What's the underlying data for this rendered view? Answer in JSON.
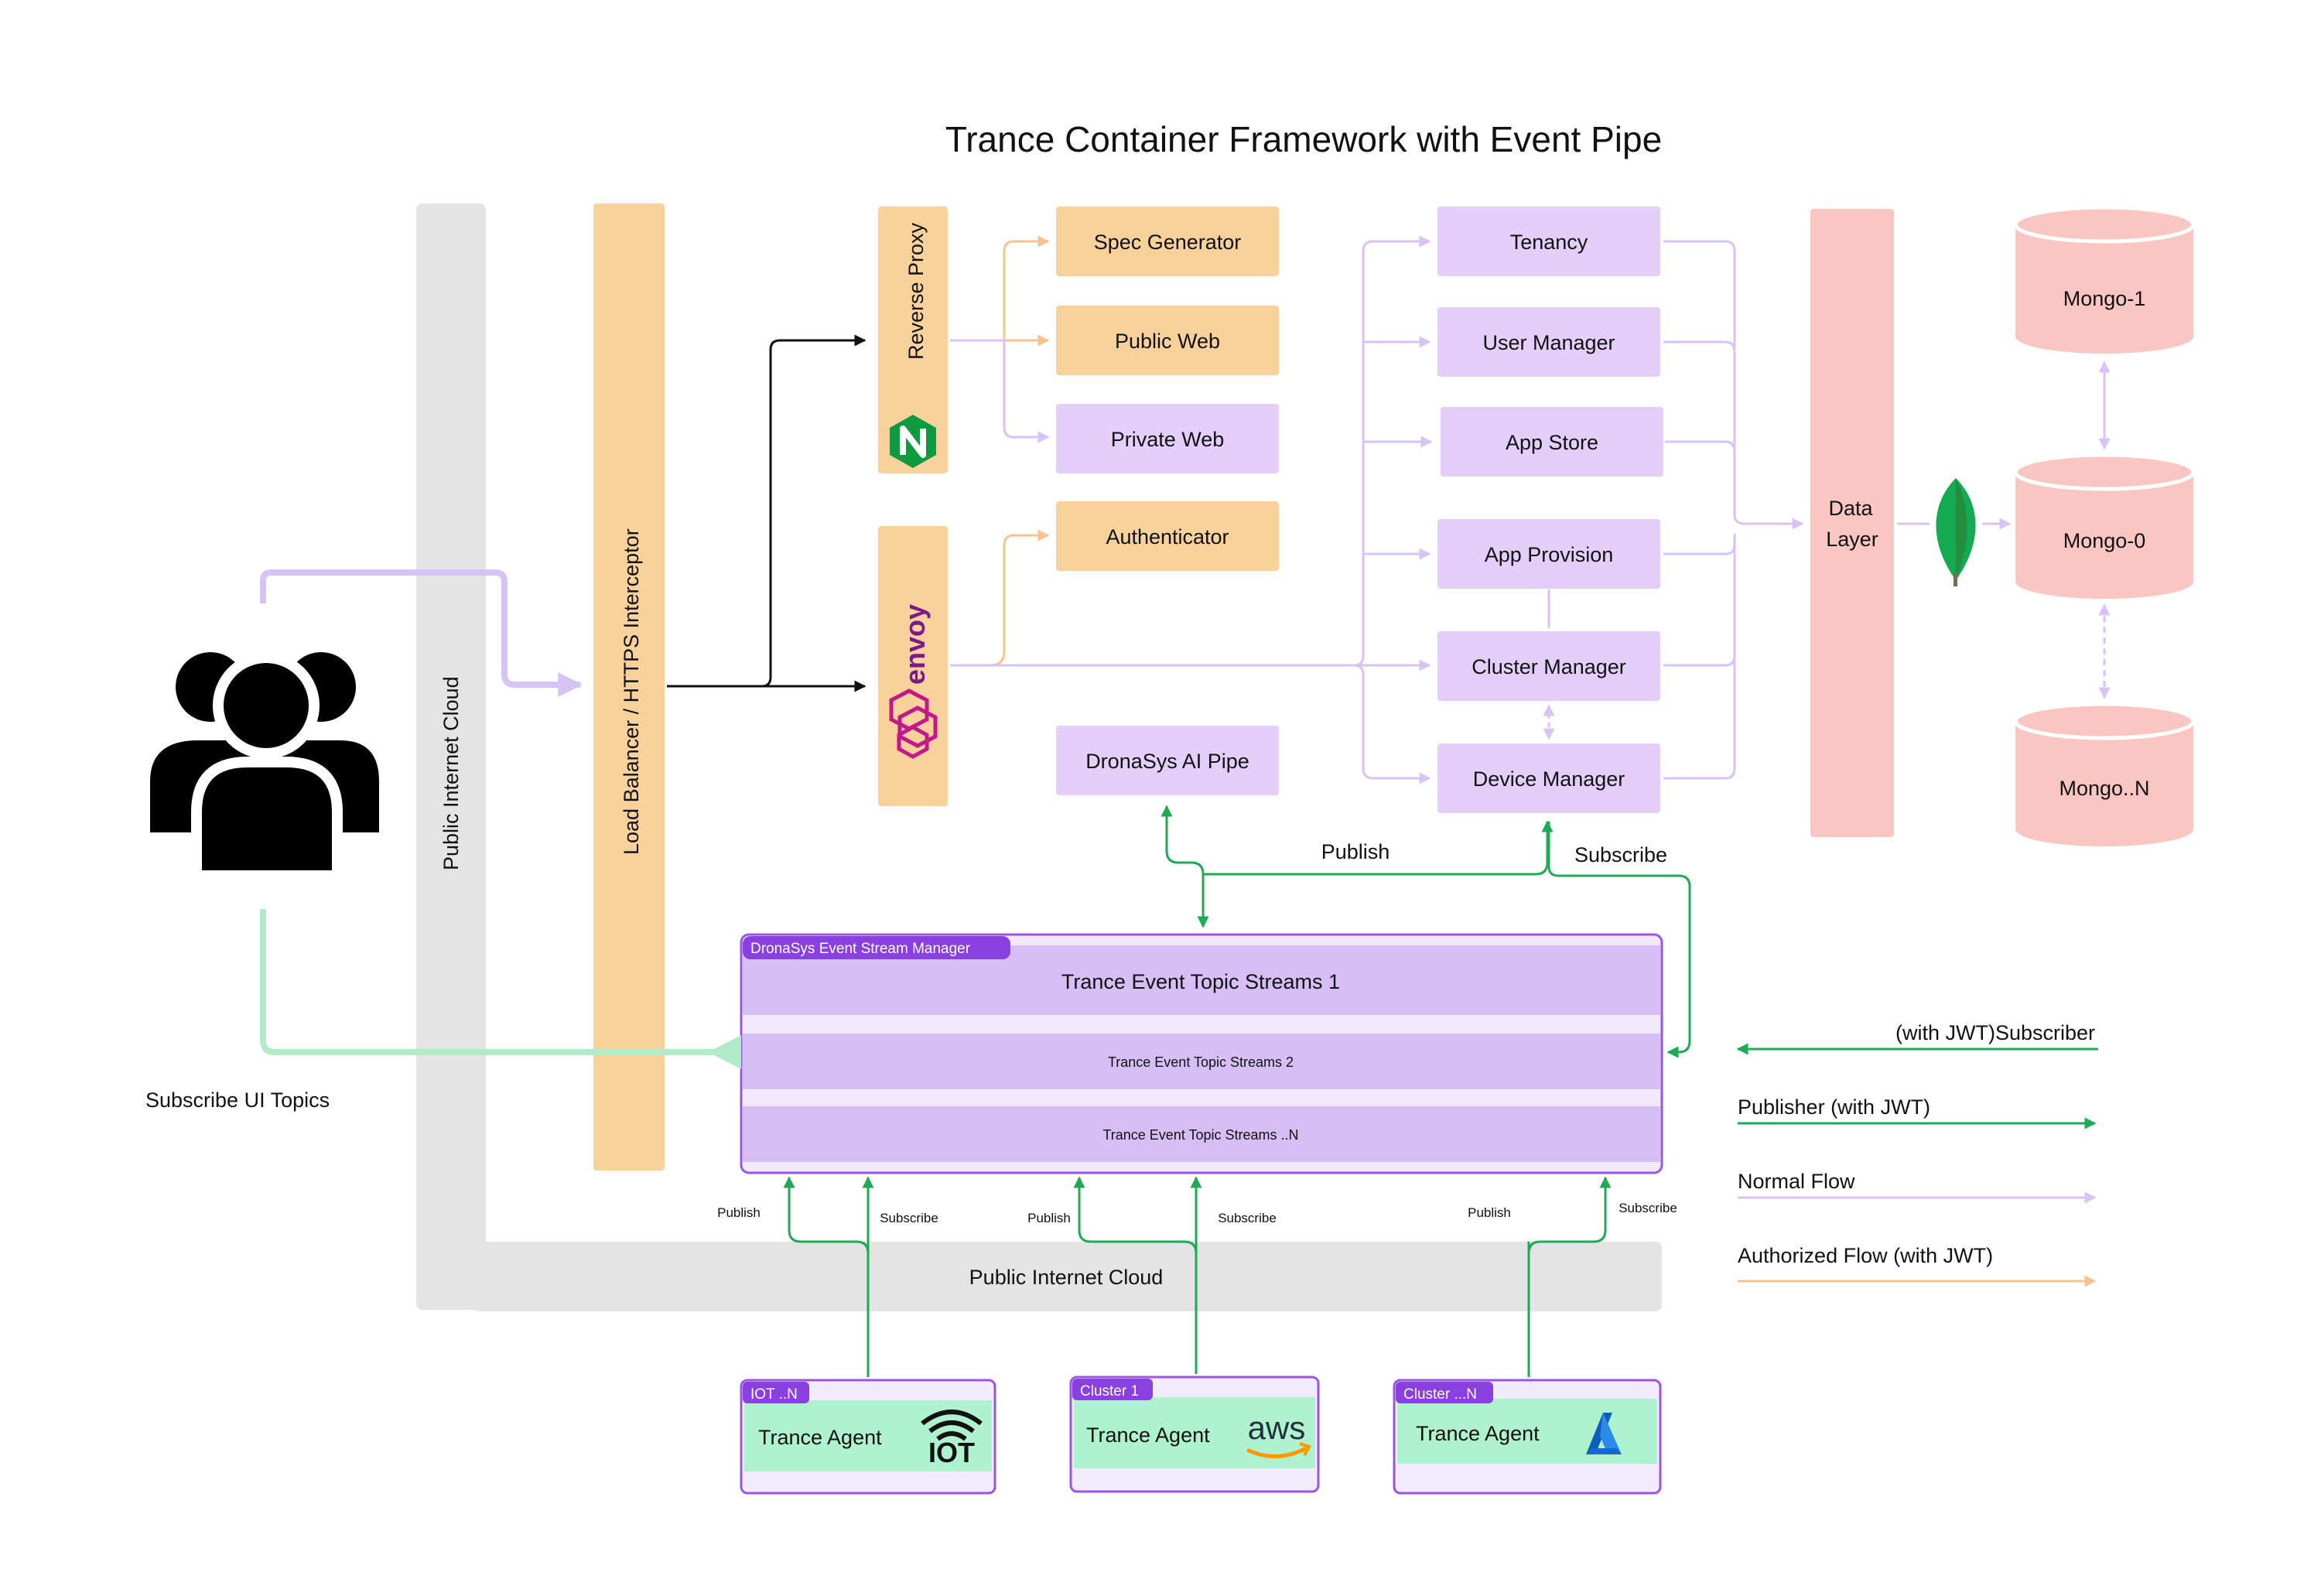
{
  "title": "Trance Container Framework with Event Pipe",
  "cloud": {
    "vertical_label": "Public Internet Cloud",
    "horizontal_label": "Public Internet Cloud"
  },
  "load_balancer": "Load Balancer / HTTPS Interceptor",
  "reverse_proxy": {
    "label": "Reverse Proxy",
    "icon": "nginx-icon"
  },
  "envoy": {
    "label": "envoy",
    "icon": "envoy-icon"
  },
  "authorized_services": [
    "Spec Generator",
    "Public Web",
    "Authenticator"
  ],
  "normal_services": [
    "Private Web",
    "DronaSys AI Pipe"
  ],
  "core_services": [
    "Tenancy",
    "User Manager",
    "App Store",
    "App Provision",
    "Cluster Manager",
    "Device Manager"
  ],
  "data_layer": {
    "line1": "Data",
    "line2": "Layer"
  },
  "mongo": [
    "Mongo-1",
    "Mongo-0",
    "Mongo..N"
  ],
  "event_manager": {
    "tag": "DronaSys Event Stream Manager",
    "streams": [
      "Trance Event Topic Streams 1",
      "Trance Event Topic Streams 2",
      "Trance Event Topic Streams ..N"
    ]
  },
  "flow_labels": {
    "publish_top": "Publish",
    "subscribe_top": "Subscribe",
    "subscribe_ui": "Subscribe UI Topics",
    "publish": "Publish",
    "subscribe": "Subscribe"
  },
  "agents": [
    {
      "tag": "IOT ..N",
      "label": "Trance Agent",
      "icon": "iot-icon",
      "icon_text": "IOT"
    },
    {
      "tag": "Cluster 1",
      "label": "Trance Agent",
      "icon": "aws-icon",
      "icon_text": "aws"
    },
    {
      "tag": "Cluster ...N",
      "label": "Trance Agent",
      "icon": "azure-icon"
    }
  ],
  "legend": [
    {
      "label": "(with JWT)Subscriber",
      "color": "#1faa55"
    },
    {
      "label": "Publisher (with JWT)",
      "color": "#1faa55"
    },
    {
      "label": "Normal Flow",
      "color": "#d8c3f7"
    },
    {
      "label": "Authorized Flow (with JWT)",
      "color": "#f7c48f"
    }
  ],
  "colors": {
    "orange_box": "#f9d19b",
    "purple_box": "#e4cffa",
    "pink_box": "#f9c6c2",
    "gray_cloud": "#e4e4e4",
    "stream_purple": "#d6bff5",
    "green_agent": "#aff2cf",
    "tag_purple": "#8a3fe0",
    "green_line": "#1faa55",
    "normal_line": "#d8c3f7",
    "auth_line": "#f7c48f"
  }
}
